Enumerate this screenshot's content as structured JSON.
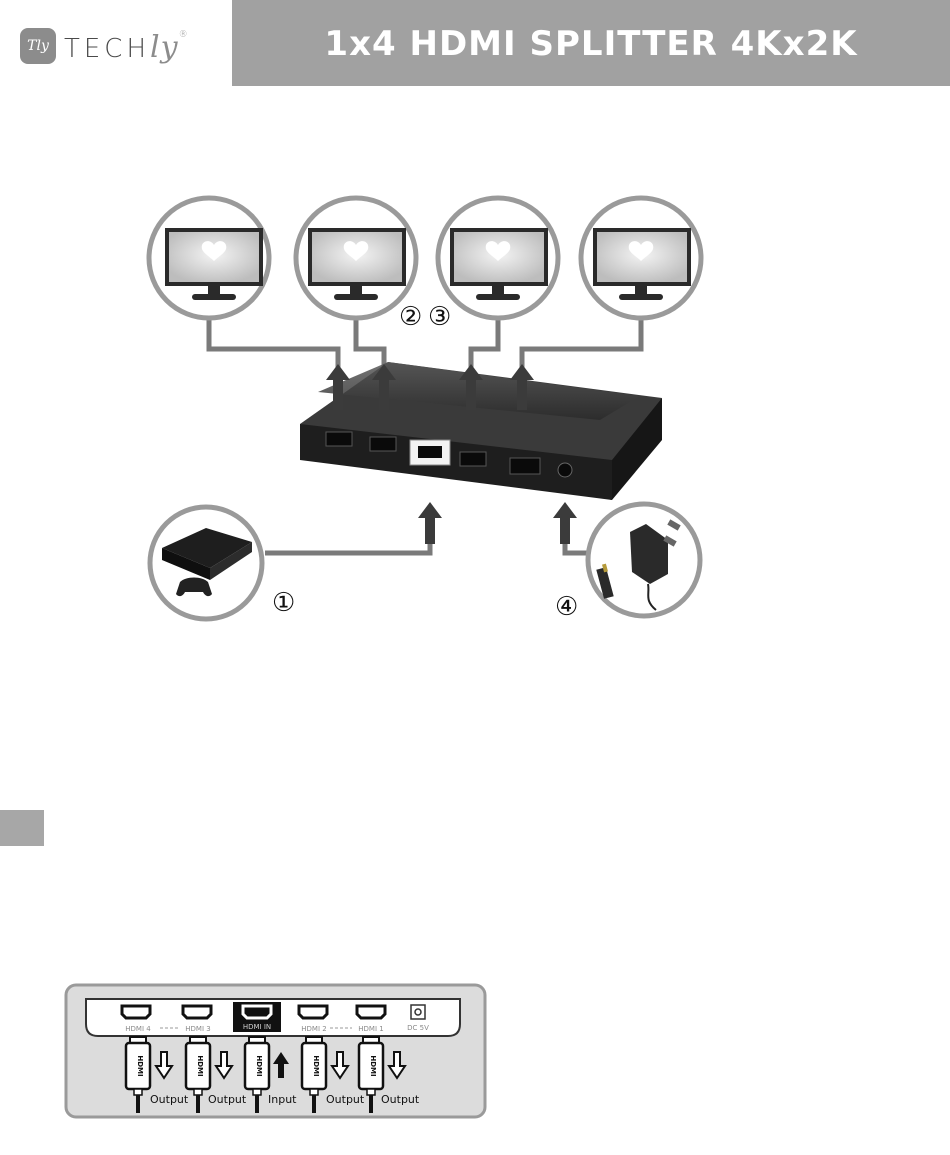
{
  "header": {
    "brand": "TECH",
    "brand_script": "ly",
    "brand_mark": "Tly",
    "registered": "®",
    "title": "1x4 HDMI SPLITTER 4Kx2K"
  },
  "diagram": {
    "step_1": "①",
    "step_2": "②",
    "step_3": "③",
    "step_4": "④"
  },
  "port_panel": {
    "ports": [
      "HDMI 4",
      "HDMI 3",
      "HDMI IN",
      "HDMI 2",
      "HDMI 1"
    ],
    "dc_label": "DC 5V",
    "cable_label": "HDMI",
    "labels": [
      "Output",
      "Output",
      "Input",
      "Output",
      "Output"
    ]
  },
  "colors": {
    "title_bar": "#a1a1a1",
    "side_tab": "#a7a7a7",
    "line": "#7a7a7a",
    "device": "#1e1e1e"
  }
}
